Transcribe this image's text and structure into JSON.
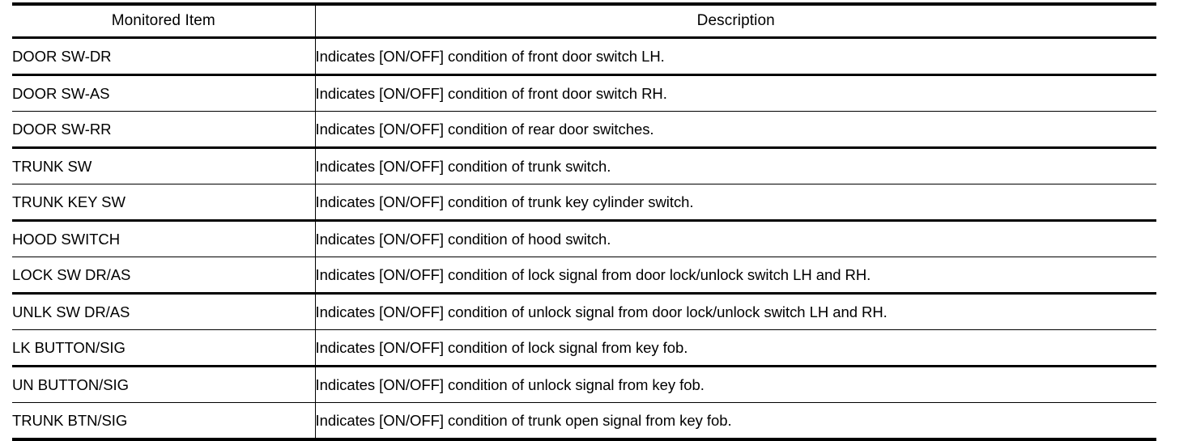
{
  "table": {
    "columns": [
      {
        "key": "item",
        "label": "Monitored Item"
      },
      {
        "key": "description",
        "label": "Description"
      }
    ],
    "rows": [
      {
        "item": "DOOR SW-DR",
        "description": "Indicates [ON/OFF] condition of front door switch LH."
      },
      {
        "item": "DOOR SW-AS",
        "description": "Indicates [ON/OFF] condition of front door switch RH."
      },
      {
        "item": "DOOR SW-RR",
        "description": "Indicates [ON/OFF] condition of rear door switches."
      },
      {
        "item": "TRUNK SW",
        "description": "Indicates [ON/OFF] condition of trunk switch."
      },
      {
        "item": "TRUNK KEY SW",
        "description": "Indicates [ON/OFF] condition of trunk key cylinder switch."
      },
      {
        "item": "HOOD SWITCH",
        "description": "Indicates [ON/OFF] condition of hood switch."
      },
      {
        "item": "LOCK SW DR/AS",
        "description": "Indicates [ON/OFF] condition of lock signal from door lock/unlock switch LH and RH."
      },
      {
        "item": "UNLK SW DR/AS",
        "description": "Indicates [ON/OFF] condition of unlock signal from door lock/unlock switch LH and RH."
      },
      {
        "item": "LK BUTTON/SIG",
        "description": "Indicates [ON/OFF] condition of lock signal from key fob."
      },
      {
        "item": "UN BUTTON/SIG",
        "description": "Indicates [ON/OFF] condition of unlock signal from key fob."
      },
      {
        "item": "TRUNK BTN/SIG",
        "description": "Indicates [ON/OFF] condition of trunk open signal from key fob."
      }
    ]
  },
  "style": {
    "text_color": "#000000",
    "background_color": "#ffffff",
    "rule_color": "#000000"
  }
}
